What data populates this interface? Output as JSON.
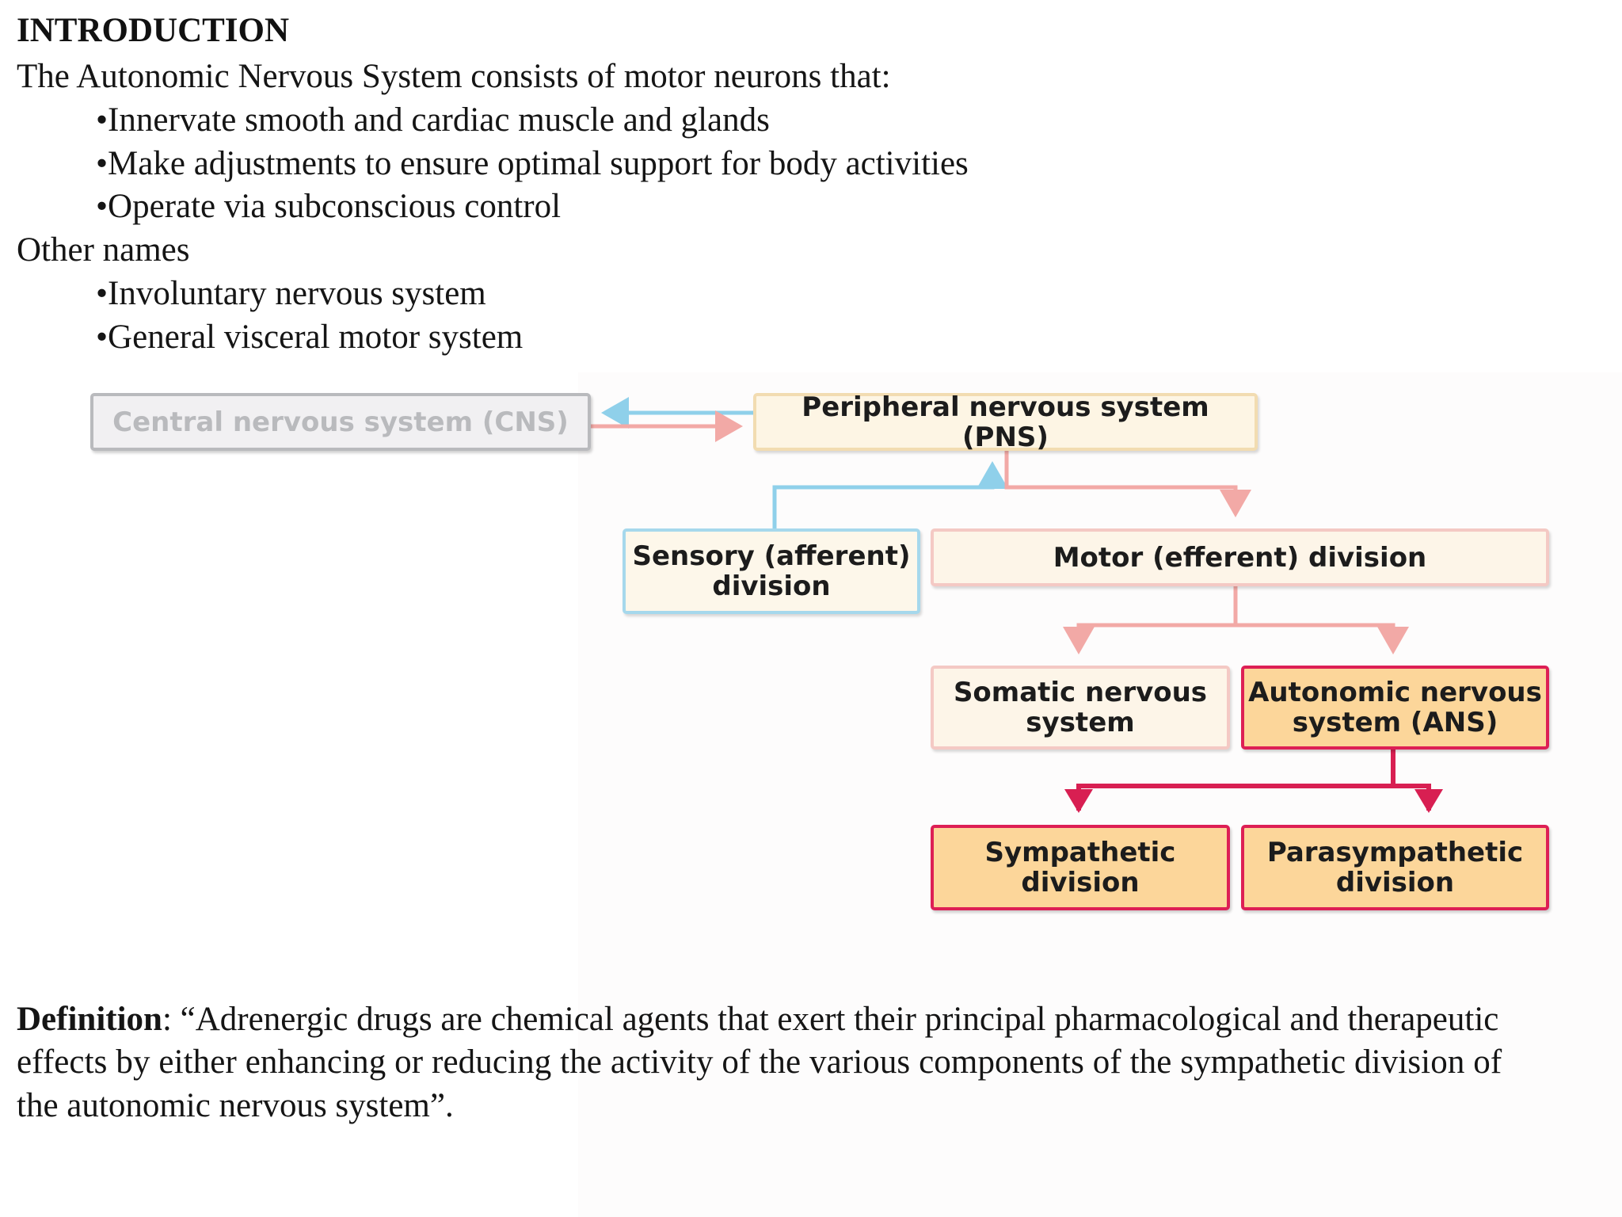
{
  "intro": {
    "heading": "INTRODUCTION",
    "lead": "The Autonomic Nervous System consists of motor neurons that:",
    "bullets": [
      "•Innervate smooth and cardiac muscle and glands",
      "•Make adjustments to ensure optimal support for body activities",
      "•Operate via subconscious control"
    ],
    "other_names_label": "Other names",
    "other_names": [
      "•Involuntary nervous system",
      "•General visceral motor system"
    ]
  },
  "diagram": {
    "cns": "Central nervous system (CNS)",
    "pns": "Peripheral nervous system (PNS)",
    "sensory": [
      "Sensory (afferent)",
      "division"
    ],
    "motor": "Motor (efferent) division",
    "somatic": [
      "Somatic nervous",
      "system"
    ],
    "ans": [
      "Autonomic nervous",
      "system (ANS)"
    ],
    "sympathetic": [
      "Sympathetic",
      "division"
    ],
    "parasympathetic": [
      "Parasympathetic",
      "division"
    ],
    "colors": {
      "afferent_arrow": "#8fd0ea",
      "efferent_arrow": "#f2a9a6",
      "ans_arrow": "#d81f52",
      "ans_fill": "#fcd69a"
    }
  },
  "definition": {
    "label": "Definition",
    "line1": ": “Adrenergic drugs are chemical agents that exert their principal pharmacological and therapeutic",
    "line2": "effects by either enhancing or reducing the activity of the various components of the sympathetic division of",
    "line3": "the autonomic nervous system”."
  }
}
